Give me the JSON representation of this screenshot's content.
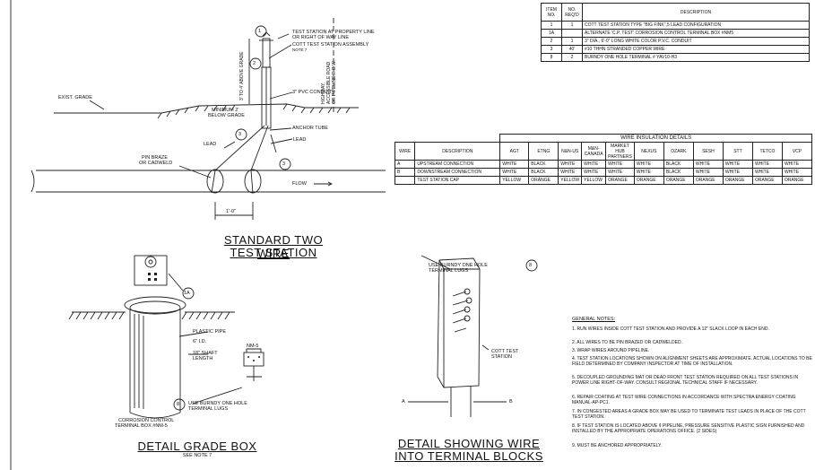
{
  "top_table": {
    "headers": [
      "ITEM NO.",
      "NO. REQ'D",
      "DESCRIPTION"
    ],
    "rows": [
      [
        "1",
        "1",
        "COTT TEST STATION TYPE \"BIG FINK\",5 LEAD CONFIGURATION"
      ],
      [
        "1A",
        "",
        "ALTERNATE 'C.P. TEST' CORROSION CONTROL TERMINAL BOX #NM5"
      ],
      [
        "2",
        "1",
        "3\" DIA., 6'-0\" LONG WHITE COLOR P.V.C. CONDUIT"
      ],
      [
        "3",
        "40'",
        "#10 THHN STRANDED COPPER WIRE"
      ],
      [
        "8",
        "2",
        "BURNDY ONE HOLE TERMINAL # YAV10-H3"
      ]
    ]
  },
  "wire_table": {
    "title": "WIRE INSULATION DETAILS",
    "headers": [
      "WIRE",
      "DESCRIPTION",
      "AGT",
      "ETNG",
      "N&N-US",
      "M&N-CANADA",
      "MARKET HUB PARTNERS",
      "NEXUS",
      "OZARK",
      "SESH",
      "STT",
      "TETCO",
      "VCP"
    ],
    "rows": [
      [
        "A",
        "UPSTREAM CONNECTION",
        "WHITE",
        "BLACK",
        "WHITE",
        "WHITE",
        "WHITE",
        "WHITE",
        "BLACK",
        "WHITE",
        "WHITE",
        "WHITE",
        "WHITE"
      ],
      [
        "B",
        "DOWNSTREAM CONNECTION",
        "WHITE",
        "BLACK",
        "WHITE",
        "WHITE",
        "WHITE",
        "WHITE",
        "BLACK",
        "WHITE",
        "WHITE",
        "WHITE",
        "WHITE"
      ],
      [
        "",
        "TEST STATION CAP",
        "YELLOW",
        "ORANGE",
        "YELLOW",
        "YELLOW",
        "ORANGE",
        "ORANGE",
        "ORANGE",
        "ORANGE",
        "ORANGE",
        "ORANGE",
        "ORANGE"
      ]
    ]
  },
  "labels": {
    "test_station_prop": "TEST STATION AT PROPERTY LINE",
    "test_station_prop2": "OR RIGHT OF WAY LINE",
    "cott_assembly": "COTT TEST STATION ASSEMBLY",
    "note7": "NOTE 7",
    "exist_grade": "EXIST. GRADE",
    "above_grade": "3' TO 4' ABOVE GRADE",
    "pvc_conduit": "3\" PVC CONDUIT",
    "min_below": "MINIMUM 2'",
    "below_grade": "BELOW GRADE",
    "anchor_tube": "ANCHOR TUBE",
    "lead_left": "LEAD",
    "lead_right": "LEAD",
    "pin_braze": "PIN BRAZE",
    "or_cadweld": "OR CADWELD",
    "flow": "FLOW",
    "dim": "1'-0\"",
    "highway": "HIGHWAY,",
    "accessible": "ACCESSIBLE ROAD",
    "pipeline_row": "OR PIPELINE R.O.W.",
    "plastic_pipe": "PLASTIC PIPE",
    "id": "6\" I.D.",
    "shaft": "18\" SHAFT",
    "length": "LENGTH",
    "nm5": "NM-5",
    "burndy_left": "USE BURNDY ONE HOLE",
    "terminal_lugs_left": "TERMINAL LUGS",
    "corrosion_box": "CORROSION CONTROL",
    "terminal_box": "TERMINAL BOX #NM-5",
    "burndy_top": "USE BURNDY ONE HOLE",
    "terminal_lugs_top": "TERMINAL LUGS",
    "cott_test": "COTT TEST",
    "station": "STATION",
    "wire_a": "A",
    "wire_b": "B"
  },
  "callouts": {
    "c1": "1",
    "c2": "2",
    "c3a": "3",
    "c3b": "3",
    "c1a": "1A",
    "c8a": "8",
    "c8b": "8"
  },
  "titles": {
    "standard": "STANDARD TWO WIRE",
    "standard2": "TEST STATION",
    "grade_box": "DETAIL GRADE BOX",
    "see_note": "SEE NOTE 7",
    "terminal1": "DETAIL SHOWING WIRE",
    "terminal2": "INTO TERMINAL BLOCKS"
  },
  "notes": {
    "heading": "GENERAL NOTES:",
    "items": [
      "1. RUN WIRES INSIDE COTT TEST STATION AND PROVIDE A 12\" SLACK LOOP IN EACH END.",
      "2. ALL WIRES TO BE PIN BRAZED OR CADWELDED.",
      "3. WRAP WIRES AROUND PIPELINE.",
      "4. TEST STATION LOCATIONS SHOWN ON ALIGNMENT SHEETS ARE APPROXIMATE. ACTUAL LOCATIONS TO BE FIELD DETERMINED BY COMPANY INSPECTOR AT TIME OF INSTALLATION.",
      "5. DECOUPLED GROUNDING MAT OR DEAD FRONT TEST STATION REQUIRED ON ALL TEST STATIONS IN POWER LINE RIGHT-OF-WAY. CONSULT REGIONAL TECHNICAL STAFF IF NECESSARY.",
      "6. REPAIR COATING AT TEST WIRE CONNECTIONS IN ACCORDANCE WITH SPECTRA ENERGY COATING MANUAL-AP-PC1.",
      "7. IN CONGESTED AREAS A GRADE BOX MAY BE USED TO TERMINATE TEST LEADS IN PLACE OF THE COTT TEST STATION.",
      "8. IF TEST STATION IS LOCATED ABOVE ¢ PIPELINE, PRESSURE SENSITIVE PLASTIC SIGN FURNISHED AND INSTALLED BY THE APPROPRIATE OPERATIONS OFFICE. (2 SIDES)",
      "9. MUST BE ANCHORED APPROPRIATELY."
    ]
  }
}
